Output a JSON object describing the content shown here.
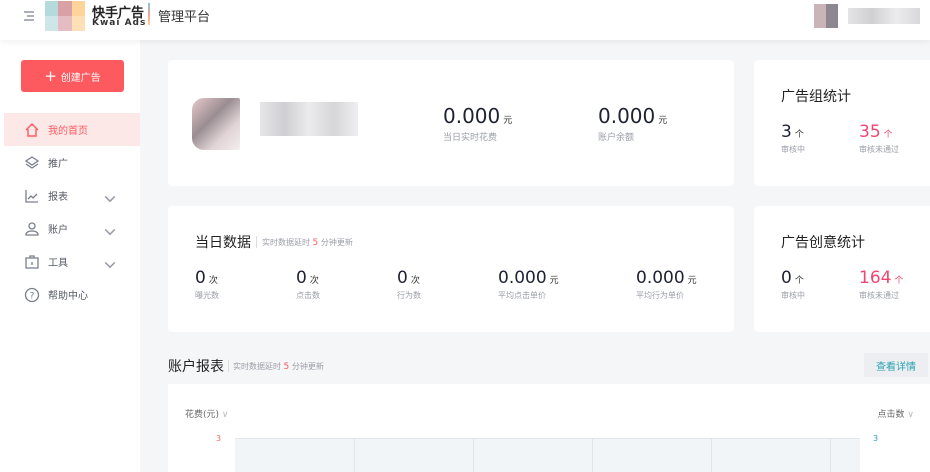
{
  "header": {
    "brand": "快手广告",
    "brand_en": "Kwai Ads",
    "platform": "管理平台"
  },
  "sidebar": {
    "create_label": "创建广告",
    "items": [
      {
        "label": "我的首页",
        "icon": "home-icon",
        "active": true
      },
      {
        "label": "推广",
        "icon": "layers-icon"
      },
      {
        "label": "报表",
        "icon": "chart-icon",
        "chevron": true
      },
      {
        "label": "账户",
        "icon": "user-icon",
        "chevron": true
      },
      {
        "label": "工具",
        "icon": "toolbox-icon",
        "chevron": true
      },
      {
        "label": "帮助中心",
        "icon": "help-icon"
      }
    ]
  },
  "account": {
    "today_spend": "0.000",
    "today_spend_unit": "元",
    "today_spend_label": "当日实时花费",
    "balance": "0.000",
    "balance_unit": "元",
    "balance_label": "账户余额"
  },
  "adgroup_stats": {
    "title": "广告组统计",
    "reviewing": "3",
    "reviewing_unit": "个",
    "reviewing_label": "审核中",
    "rejected": "35",
    "rejected_unit": "个",
    "rejected_label": "审核未通过"
  },
  "creative_stats": {
    "title": "广告创意统计",
    "reviewing": "0",
    "reviewing_unit": "个",
    "reviewing_label": "审核中",
    "rejected": "164",
    "rejected_unit": "个",
    "rejected_label": "审核未通过"
  },
  "today": {
    "title": "当日数据",
    "note_prefix": "实时数据延时",
    "note_num": "5",
    "note_suffix": "分钟更新",
    "stats": [
      {
        "value": "0",
        "unit": "次",
        "label": "曝光数"
      },
      {
        "value": "0",
        "unit": "次",
        "label": "点击数"
      },
      {
        "value": "0",
        "unit": "次",
        "label": "行为数"
      },
      {
        "value": "0.000",
        "unit": "元",
        "label": "平均点击单价"
      },
      {
        "value": "0.000",
        "unit": "元",
        "label": "平均行为单价"
      }
    ]
  },
  "report": {
    "title": "账户报表",
    "note_prefix": "实时数据延时",
    "note_num": "5",
    "note_suffix": "分钟更新",
    "detail_label": "查看详情",
    "left_metric": "花费(元)",
    "right_metric": "点击数",
    "left_tick": "3",
    "right_tick": "3"
  },
  "colors": {
    "accent": "#fd5a5f",
    "pink": "#f0456f",
    "teal": "#2aa3b0"
  }
}
